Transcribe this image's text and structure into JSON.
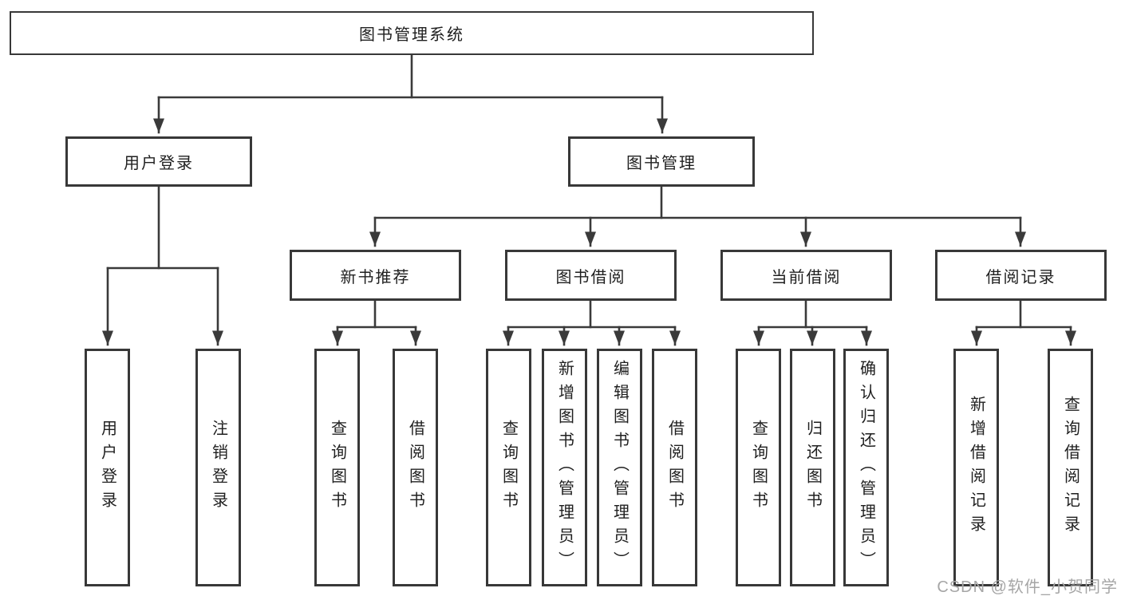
{
  "colors": {
    "line": "#3a3a3a",
    "box_border": "#383838",
    "box_fill": "#ffffff",
    "text": "#1f1f1f",
    "watermark": "#a6a6a6"
  },
  "tree": {
    "root": "图书管理系统",
    "children": [
      {
        "label": "用户登录",
        "children": [
          "用户登录",
          "注销登录"
        ]
      },
      {
        "label": "图书管理",
        "children": [
          {
            "label": "新书推荐",
            "children": [
              "查询图书",
              "借阅图书"
            ]
          },
          {
            "label": "图书借阅",
            "children": [
              "查询图书",
              "新增图书（管理员）",
              "编辑图书（管理员）",
              "借阅图书"
            ]
          },
          {
            "label": "当前借阅",
            "children": [
              "查询图书",
              "归还图书",
              "确认归还（管理员）"
            ]
          },
          {
            "label": "借阅记录",
            "children": [
              "新增借阅记录",
              "查询借阅记录"
            ]
          }
        ]
      }
    ]
  },
  "watermark": {
    "text": "CSDN @软件_小贺同学"
  }
}
